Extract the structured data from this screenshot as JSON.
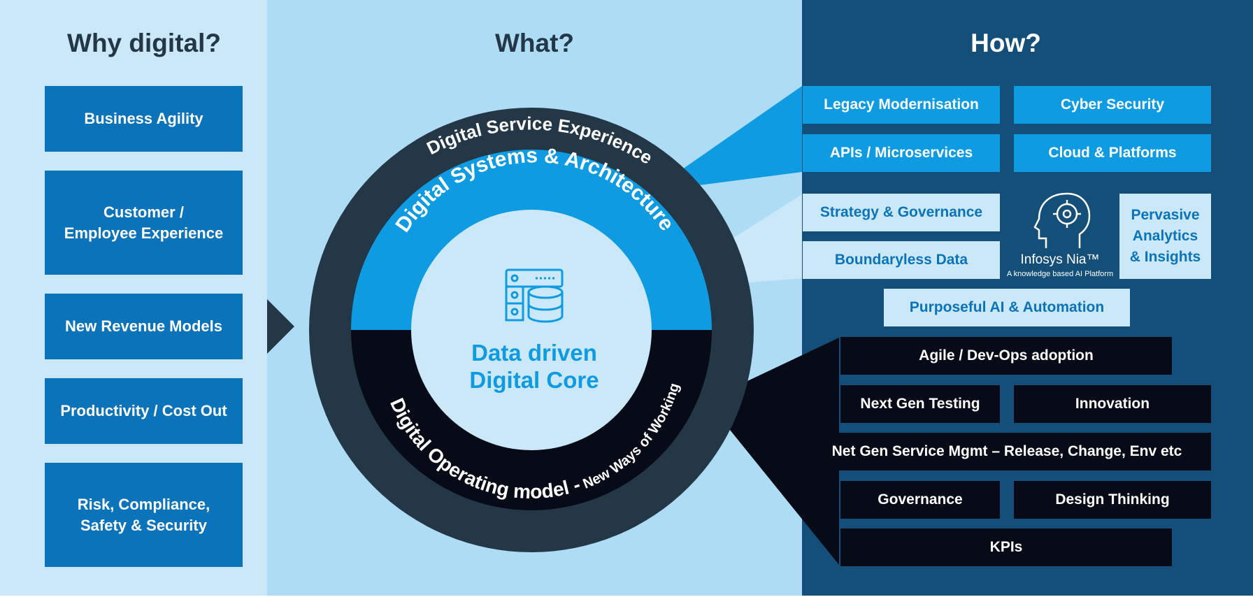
{
  "headings": {
    "why": "Why digital?",
    "what": "What?",
    "how": "How?"
  },
  "why_items": [
    "Business Agility",
    "Customer /\nEmployee Experience",
    "New Revenue Models",
    "Productivity / Cost Out",
    "Risk, Compliance,\nSafety & Security"
  ],
  "rings": {
    "outer": "Digital Service Experience",
    "middle": "Digital Systems & Architecture",
    "operating_main": "Digital Operating model -",
    "operating_sub": " New Ways of Working"
  },
  "core": {
    "line1": "Data driven",
    "line2": "Digital Core"
  },
  "how": {
    "architecture": [
      "Legacy Modernisation",
      "Cyber Security",
      "APIs / Microservices",
      "Cloud & Platforms"
    ],
    "data": [
      "Strategy & Governance",
      "Boundaryless Data",
      "Pervasive\nAnalytics\n& Insights",
      "Purposeful AI & Automation"
    ],
    "nia": {
      "name": "Infosys Nia™",
      "tagline": "A knowledge based AI Platform"
    },
    "operating": [
      "Agile / Dev-Ops adoption",
      "Next Gen Testing",
      "Innovation",
      "Net Gen Service Mgmt – Release, Change, Env etc",
      "Governance",
      "Design Thinking",
      "KPIs"
    ]
  },
  "icons": {
    "core": "database-server-icon",
    "nia": "ai-head-icon",
    "arrow": "chevron-right-icon"
  },
  "colors": {
    "why_bg": "#cbe8f8",
    "what_bg": "#aedcf5",
    "how_bg": "#134f79",
    "box_blue": "#0b73b9",
    "bright_blue": "#0f9be2",
    "ring_dark": "#243746",
    "near_black": "#070b17"
  }
}
